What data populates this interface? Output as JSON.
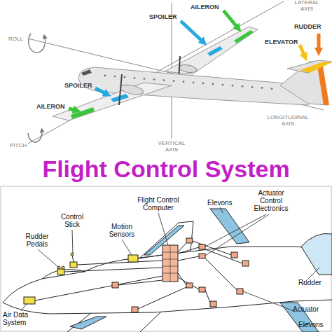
{
  "diagram": {
    "title": "Flight Control System",
    "labels": [
      "LATERAL AXIS",
      "AILERON",
      "SPOILER",
      "ROLL",
      "RUDDER",
      "ELEVATOR",
      "SPOILER",
      "AILERON",
      "LONGITUDINAL AXIS",
      "PITCH",
      "VERTICAL AXIS",
      "Flight Control Computer",
      "Elevons",
      "Actuator Control Electronics",
      "Control Stick",
      "Motion Sensors",
      "Rudder Pedals",
      "Rudder",
      "Actuator",
      "Elevons",
      "Air Data System"
    ]
  }
}
